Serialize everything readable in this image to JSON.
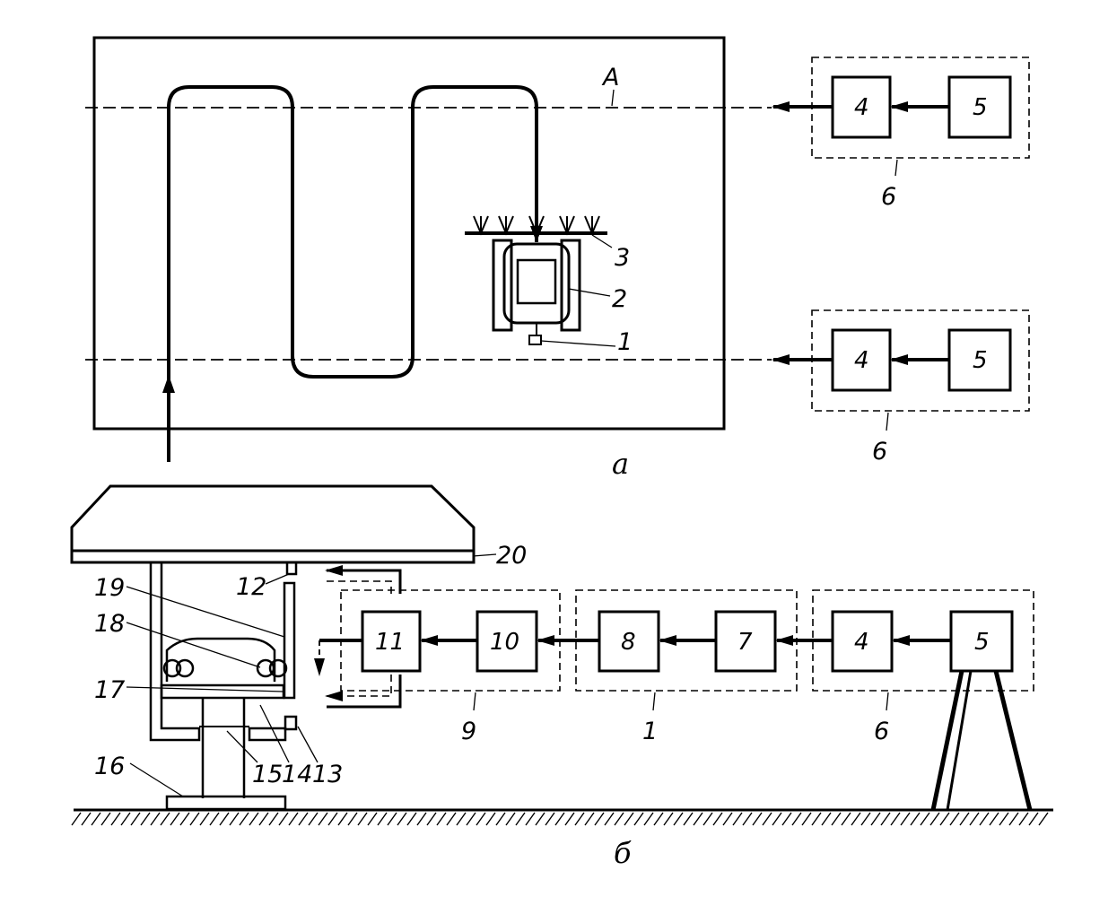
{
  "captions": {
    "top": "а",
    "bottom": "б"
  },
  "axis_label": "А",
  "top_units": [
    {
      "box4": "4",
      "box5": "5",
      "group": "6"
    },
    {
      "box4": "4",
      "box5": "5",
      "group": "6"
    }
  ],
  "top_parts": {
    "p1": "1",
    "p2": "2",
    "p3": "3"
  },
  "bottom_blocks": {
    "b11": "11",
    "b10": "10",
    "b8": "8",
    "b7": "7",
    "b4": "4",
    "b5": "5"
  },
  "bottom_groups": {
    "g9": "9",
    "g1": "1",
    "g6": "6"
  },
  "bottom_parts": {
    "p12": "12",
    "p13": "13",
    "p14": "14",
    "p15": "15",
    "p16": "16",
    "p17": "17",
    "p18": "18",
    "p19": "19",
    "p20": "20"
  }
}
